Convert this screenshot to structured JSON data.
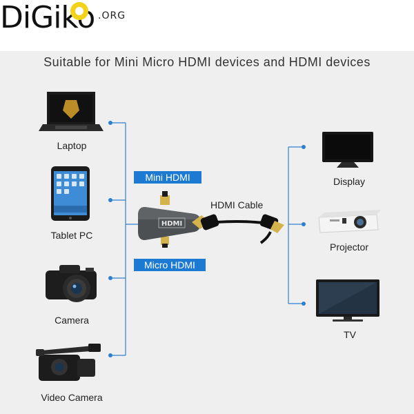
{
  "logo": {
    "name": "DiGiko",
    "suffix": ".ORG"
  },
  "headline": "Suitable for Mini Micro HDMI devices and HDMI devices",
  "left_devices": [
    "Laptop",
    "Tablet PC",
    "Camera",
    "Video Camera"
  ],
  "right_devices": [
    "Display",
    "Projector",
    "TV"
  ],
  "adapter": {
    "mini_tag": "Mini HDMI",
    "micro_tag": "Micro HDMI",
    "body_text": "HDMI"
  },
  "cable_label": "HDMI Cable",
  "colors": {
    "accent": "#1c7ad3",
    "background": "#efefef"
  }
}
